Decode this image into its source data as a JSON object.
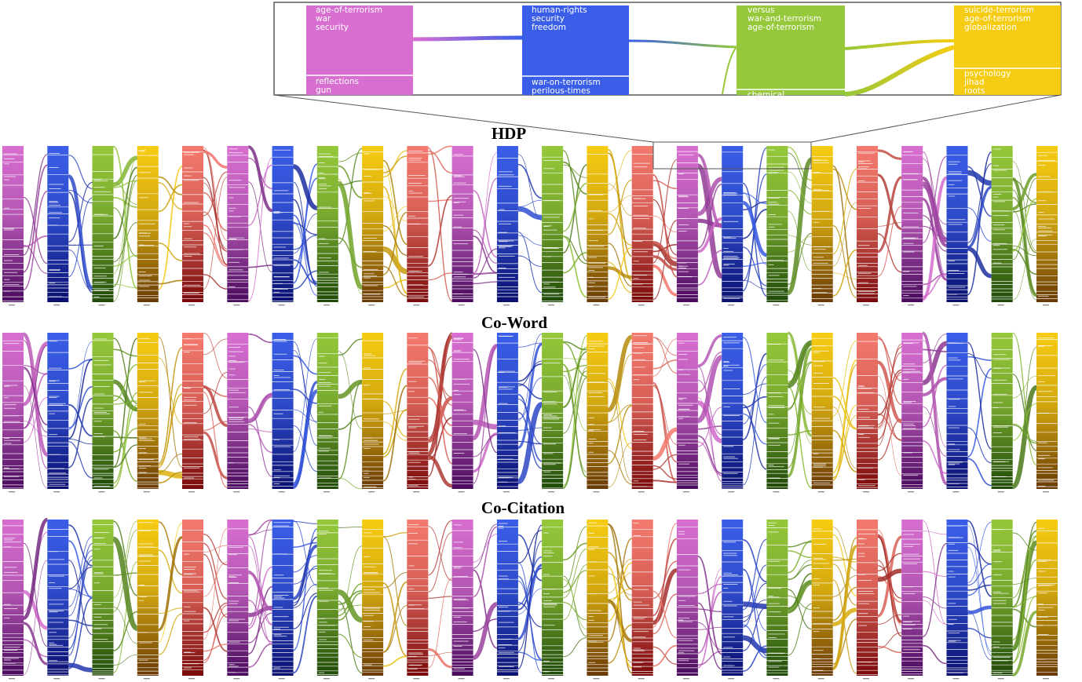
{
  "zoom_panel": {
    "columns": [
      {
        "top_labels": [
          "age-of-terrorism",
          "war",
          "security"
        ],
        "bottom_labels": [
          "reflections",
          "gun"
        ],
        "color": "#d86fd0"
      },
      {
        "top_labels": [
          "human-rights",
          "security",
          "freedom"
        ],
        "bottom_labels": [
          "war-on-terrorism",
          "perilous-times"
        ],
        "color": "#3a5ee8"
      },
      {
        "top_labels": [
          "versus",
          "war-and-terrorism",
          "age-of-terrorism"
        ],
        "bottom_labels": [
          "chemical"
        ],
        "color": "#95c83a"
      },
      {
        "top_labels": [
          "suicide-terrorism",
          "age-of-terrorism",
          "globalization"
        ],
        "bottom_labels": [
          "psychology",
          "jihad",
          "roots"
        ],
        "color": "#f6cc12"
      }
    ]
  },
  "sections": [
    {
      "title": "HDP"
    },
    {
      "title": "Co-Word"
    },
    {
      "title": "Co-Citation"
    }
  ],
  "palette": {
    "cycle": [
      "#d86fd0",
      "#3a5ee8",
      "#95c83a",
      "#f6cc12",
      "#f47a6e"
    ],
    "dark": [
      "#4a0a5e",
      "#0a1070",
      "#1f4a08",
      "#6a3a05",
      "#7a0a0a"
    ]
  },
  "columns_per_section": 24
}
